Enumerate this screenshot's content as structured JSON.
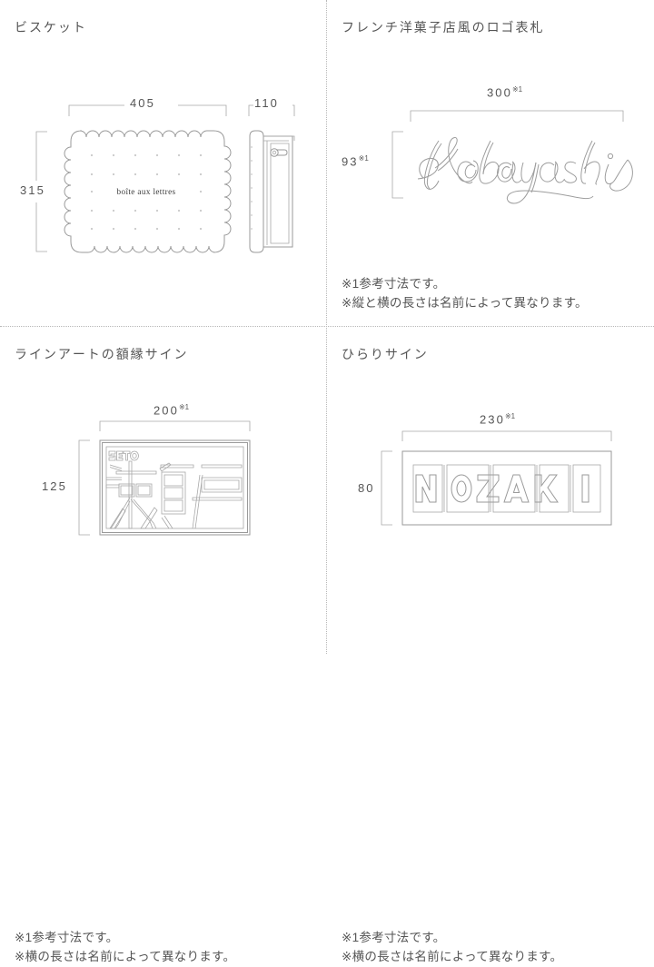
{
  "page": {
    "background": "#ffffff",
    "line_color": "#9a9a9a",
    "text_color": "#555555"
  },
  "panels": [
    {
      "id": "biscuit",
      "heading": "ビスケット",
      "dimensions": {
        "width_label": "405",
        "height_label": "315",
        "depth_label": "110"
      },
      "product_text": "boîte aux lettres",
      "notes": []
    },
    {
      "id": "french-logo",
      "heading": "フレンチ洋菓子店風のロゴ表札",
      "dimensions": {
        "width_label": "300",
        "width_sup": "※1",
        "height_label": "93",
        "height_sup": "※1"
      },
      "product_text": "Kobayashi",
      "notes": [
        "※1参考寸法です。",
        "※縦と横の長さは名前によって異なります。"
      ]
    },
    {
      "id": "line-art-frame",
      "heading": "ラインアートの額縁サイン",
      "dimensions": {
        "width_label": "200",
        "width_sup": "※1",
        "height_label": "125"
      },
      "product_text": "SETO",
      "product_kanji": "瀬戸",
      "notes": [
        "※1参考寸法です。",
        "※横の長さは名前によって異なります。"
      ]
    },
    {
      "id": "hirari-sign",
      "heading": "ひらりサイン",
      "dimensions": {
        "width_label": "230",
        "width_sup": "※1",
        "height_label": "80"
      },
      "product_text": "NOZAKI",
      "notes": [
        "※1参考寸法です。",
        "※横の長さは名前によって異なります。"
      ]
    }
  ]
}
